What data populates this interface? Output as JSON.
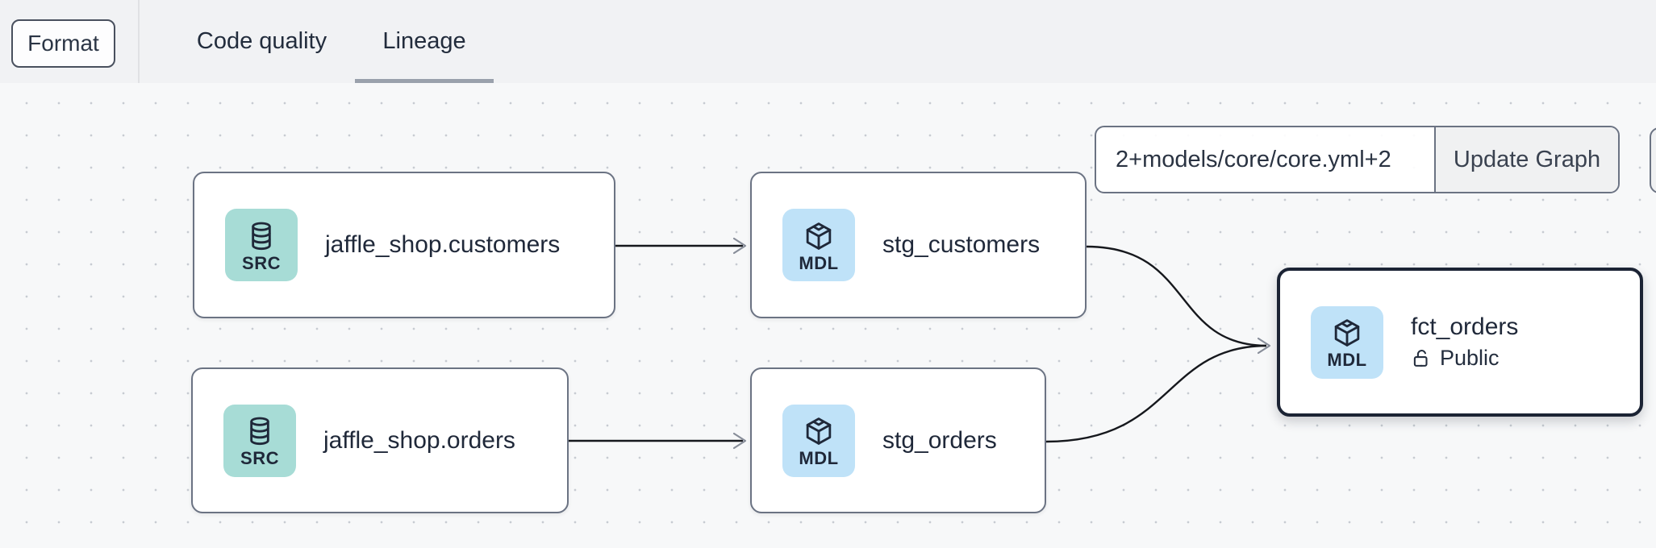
{
  "header": {
    "format_button_label": "Format",
    "tabs": [
      {
        "label": "Code quality",
        "active": false
      },
      {
        "label": "Lineage",
        "active": true
      }
    ]
  },
  "toolbar": {
    "selector_value": "2+models/core/core.yml+2",
    "update_button_label": "Update Graph"
  },
  "graph": {
    "nodes": [
      {
        "id": "source-jaffle-shop-customers",
        "type": "source",
        "badge": "SRC",
        "icon": "database-icon",
        "title": "jaffle_shop.customers",
        "selected": false
      },
      {
        "id": "model-stg-customers",
        "type": "model",
        "badge": "MDL",
        "icon": "cube-icon",
        "title": "stg_customers",
        "selected": false
      },
      {
        "id": "source-jaffle-shop-orders",
        "type": "source",
        "badge": "SRC",
        "icon": "database-icon",
        "title": "jaffle_shop.orders",
        "selected": false
      },
      {
        "id": "model-stg-orders",
        "type": "model",
        "badge": "MDL",
        "icon": "cube-icon",
        "title": "stg_orders",
        "selected": false
      },
      {
        "id": "model-fct-orders",
        "type": "model",
        "badge": "MDL",
        "icon": "cube-icon",
        "title": "fct_orders",
        "access_label": "Public",
        "selected": true
      }
    ],
    "edges": [
      {
        "from": "source-jaffle-shop-customers",
        "to": "model-stg-customers"
      },
      {
        "from": "source-jaffle-shop-orders",
        "to": "model-stg-orders"
      },
      {
        "from": "model-stg-customers",
        "to": "model-fct-orders"
      },
      {
        "from": "model-stg-orders",
        "to": "model-fct-orders"
      }
    ]
  },
  "colors": {
    "header_bg": "#f1f2f4",
    "canvas_bg": "#f7f8f9",
    "dot_grid": "#c7cbd2",
    "node_border": "#6b7383",
    "selected_node_border": "#1b2334",
    "source_badge_bg": "#a7dcd6",
    "model_badge_bg": "#bfe2f8",
    "edge_line": "#16181d",
    "arrowhead": "#878d99",
    "tab_underline": "#9aa1ac",
    "text": "#1f2839"
  }
}
